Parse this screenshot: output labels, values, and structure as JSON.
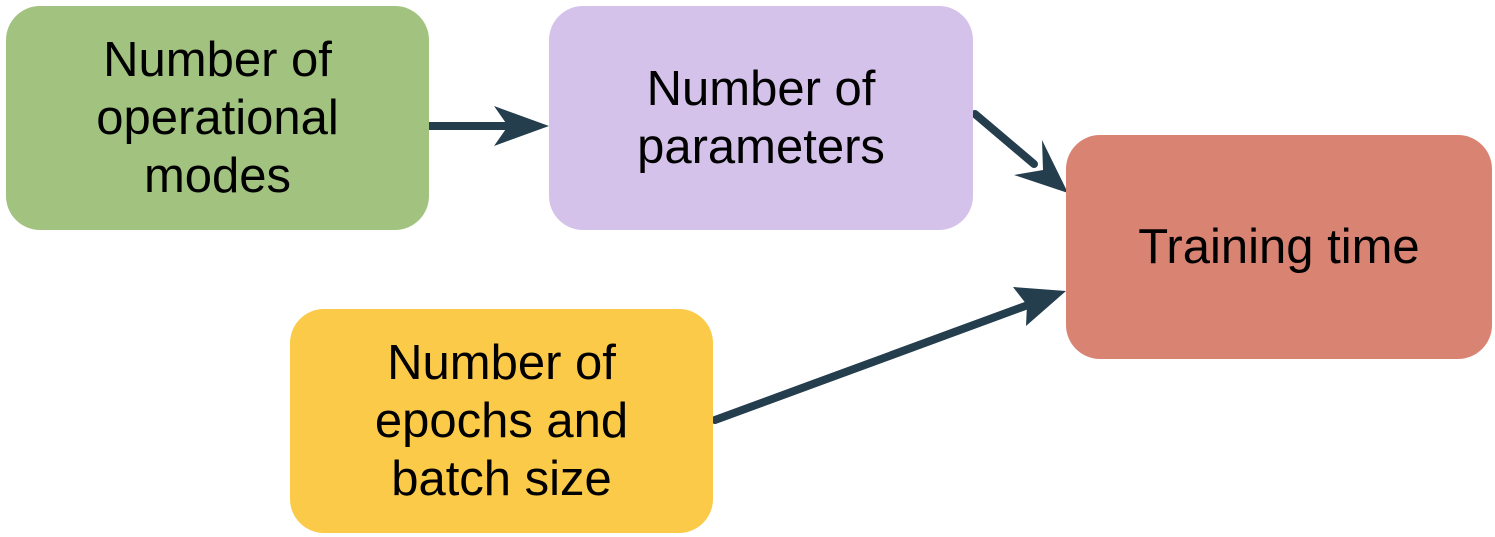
{
  "colors": {
    "modes_fill": "#a2c280",
    "params_fill": "#d4c2ea",
    "training_fill": "#d98373",
    "epochs_fill": "#fbca48",
    "arrow": "#243e4e"
  },
  "nodes": {
    "modes": {
      "label": "Number of\noperational\nmodes"
    },
    "params": {
      "label": "Number of\nparameters"
    },
    "training": {
      "label": "Training time"
    },
    "epochs": {
      "label": "Number of\nepochs and\nbatch size"
    }
  },
  "edges": [
    {
      "from": "modes",
      "to": "params"
    },
    {
      "from": "params",
      "to": "training"
    },
    {
      "from": "epochs",
      "to": "training"
    }
  ]
}
